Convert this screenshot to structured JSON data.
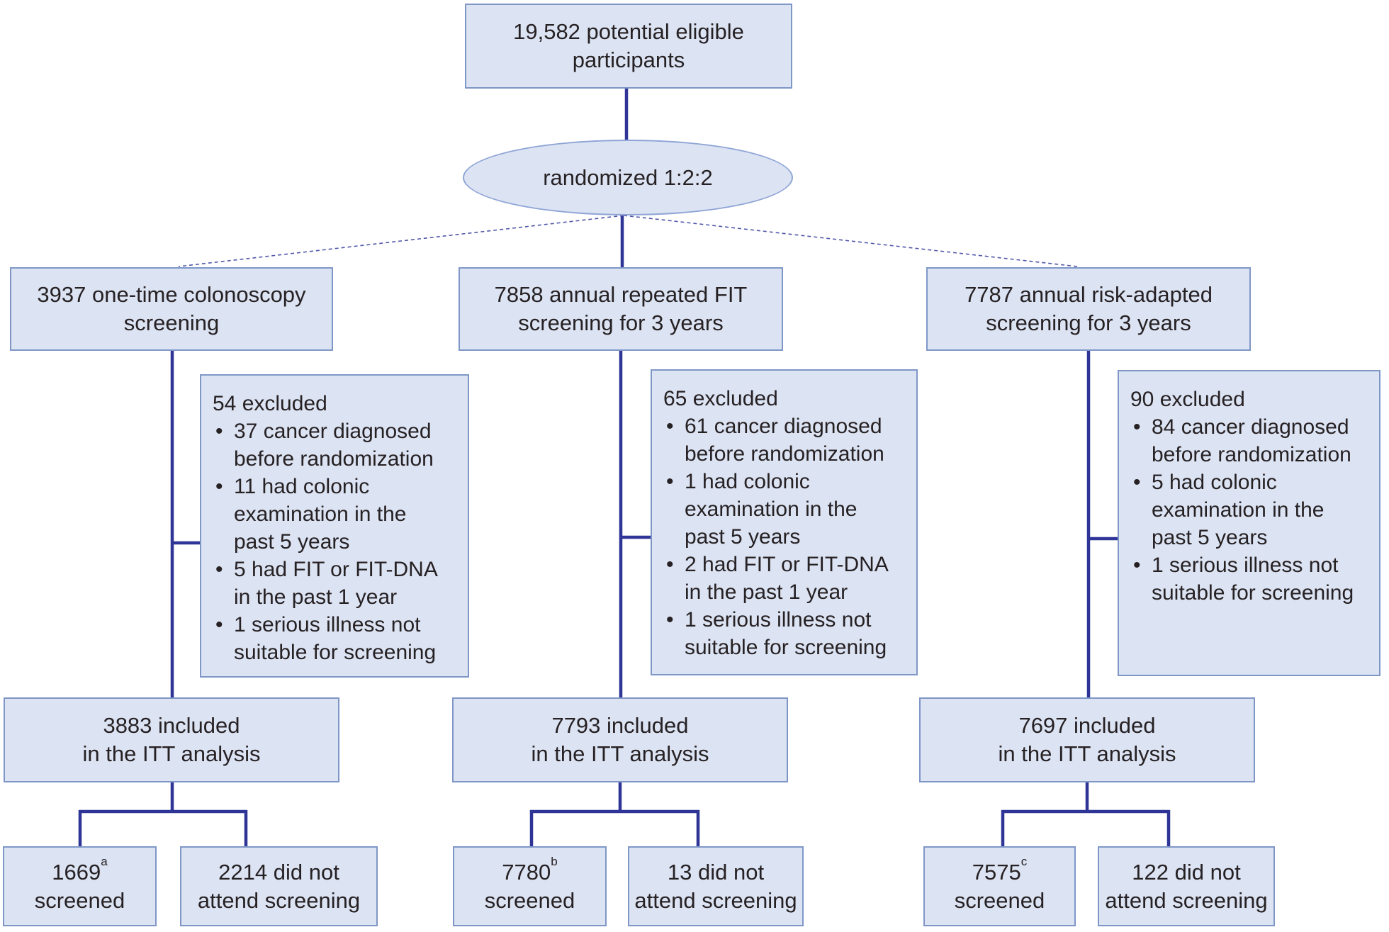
{
  "diagram": {
    "enrollment": "19,582 potential eligible\nparticipants",
    "randomization": "randomized 1:2:2"
  },
  "arms": [
    {
      "assignment": "3937 one-time colonoscopy\nscreening",
      "exclusion": {
        "title": "54 excluded",
        "bullets": [
          "37 cancer diagnosed\nbefore randomization",
          "11 had colonic\nexamination in the\npast 5 years",
          "5 had FIT or FIT-DNA\nin the past 1 year",
          "1 serious illness not\nsuitable for screening"
        ]
      },
      "itt": "3883 included\nin the ITT analysis",
      "screened": {
        "number": "1669",
        "superscript": "a",
        "label": "screened"
      },
      "not_attended": "2214 did not\nattend screening"
    },
    {
      "assignment": "7858 annual repeated FIT\nscreening for 3 years",
      "exclusion": {
        "title": "65 excluded",
        "bullets": [
          "61 cancer diagnosed\nbefore randomization",
          "1 had colonic\nexamination in the\npast 5 years",
          "2 had FIT or FIT-DNA\nin the past 1 year",
          "1 serious illness not\nsuitable for screening"
        ]
      },
      "itt": "7793 included\nin the ITT analysis",
      "screened": {
        "number": "7780",
        "superscript": "b",
        "label": "screened"
      },
      "not_attended": "13 did not\nattend screening"
    },
    {
      "assignment": "7787 annual risk-adapted\nscreening for 3 years",
      "exclusion": {
        "title": "90 excluded",
        "bullets": [
          "84 cancer diagnosed\nbefore randomization",
          "5 had colonic\nexamination in the\npast 5 years",
          "1 serious illness not\nsuitable for screening"
        ]
      },
      "itt": "7697 included\nin the ITT analysis",
      "screened": {
        "number": "7575",
        "superscript": "c",
        "label": "screened"
      },
      "not_attended": "122 did not\nattend screening"
    }
  ],
  "colors": {
    "box_fill": "#dce3f3",
    "box_border": "#7f97c7",
    "connector": "#2e3596",
    "diagonal_connector": "#5058a8",
    "text": "#262123",
    "background": "#ffffff"
  }
}
